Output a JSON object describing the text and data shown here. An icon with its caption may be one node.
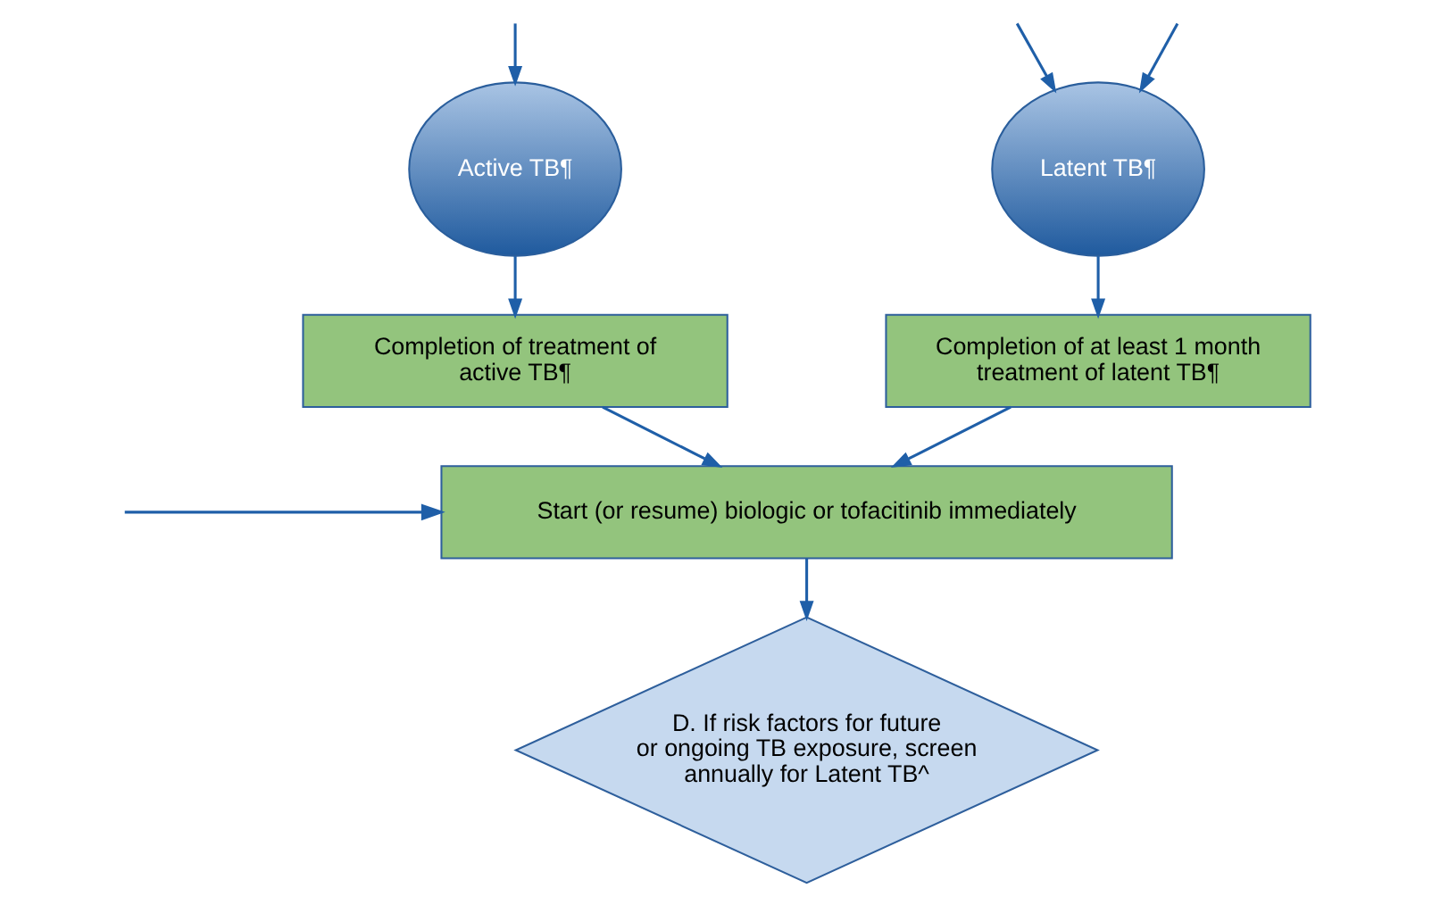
{
  "diagram": {
    "nodes": [
      {
        "text": [
          "Latent TB¶"
        ]
      },
      {
        "text": [
          "Active TB¶"
        ]
      },
      {
        "text": [
          "Completion of at least 1 month treatment of latent TB¶"
        ]
      },
      {
        "text": [
          "Completion of treatment of active TB¶"
        ]
      },
      {
        "text": [
          "Start (or resume) biologic or tofacitinib immediately"
        ]
      },
      {
        "text": [
          "D. If risk factors for future or ongoing TB exposure, screen annually for Latent TB^"
        ]
      }
    ],
    "edges": [
      {
        "from": null,
        "to": 0,
        "arrow": "to"
      },
      {
        "from": null,
        "to": 0,
        "arrow": "to"
      },
      {
        "from": null,
        "to": 1,
        "arrow": "to"
      },
      {
        "from": 0,
        "to": 2,
        "arrow": "to"
      },
      {
        "from": 1,
        "to": 3,
        "arrow": "to"
      },
      {
        "from": 2,
        "to": 4,
        "arrow": "to"
      },
      {
        "from": 3,
        "to": 4,
        "arrow": "to"
      },
      {
        "from": null,
        "to": 4,
        "arrow": "to"
      },
      {
        "from": 4,
        "to": 5,
        "arrow": "to"
      }
    ]
  }
}
